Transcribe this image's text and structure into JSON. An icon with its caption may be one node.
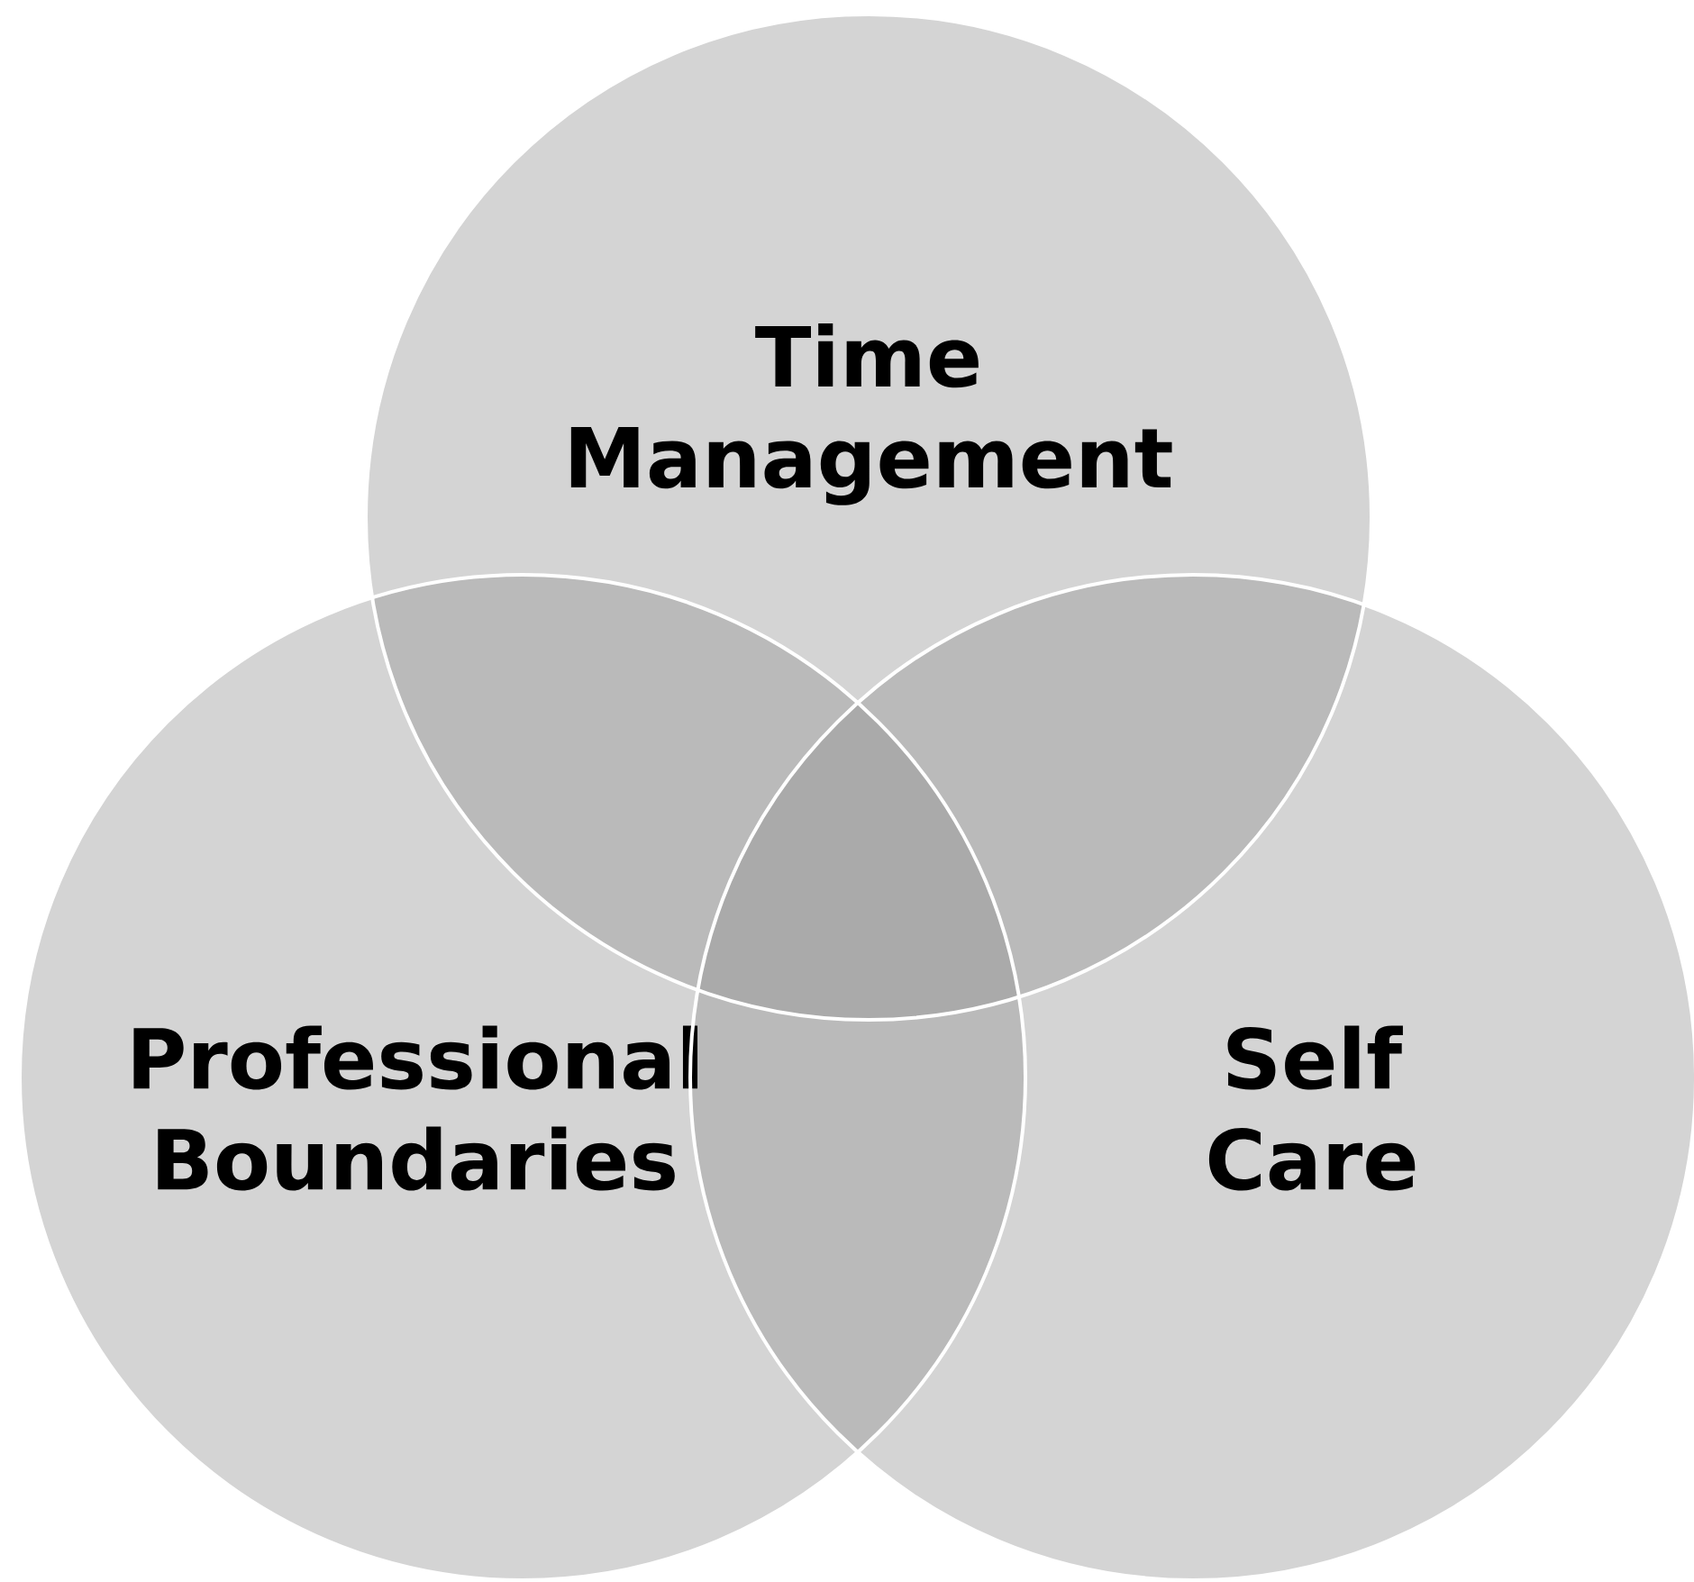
{
  "diagram": {
    "nodes": [
      {
        "text": [
          "Time Management"
        ]
      },
      {
        "text": [
          "Professional Boundaries"
        ]
      },
      {
        "text": [
          "Self Care"
        ]
      }
    ]
  }
}
